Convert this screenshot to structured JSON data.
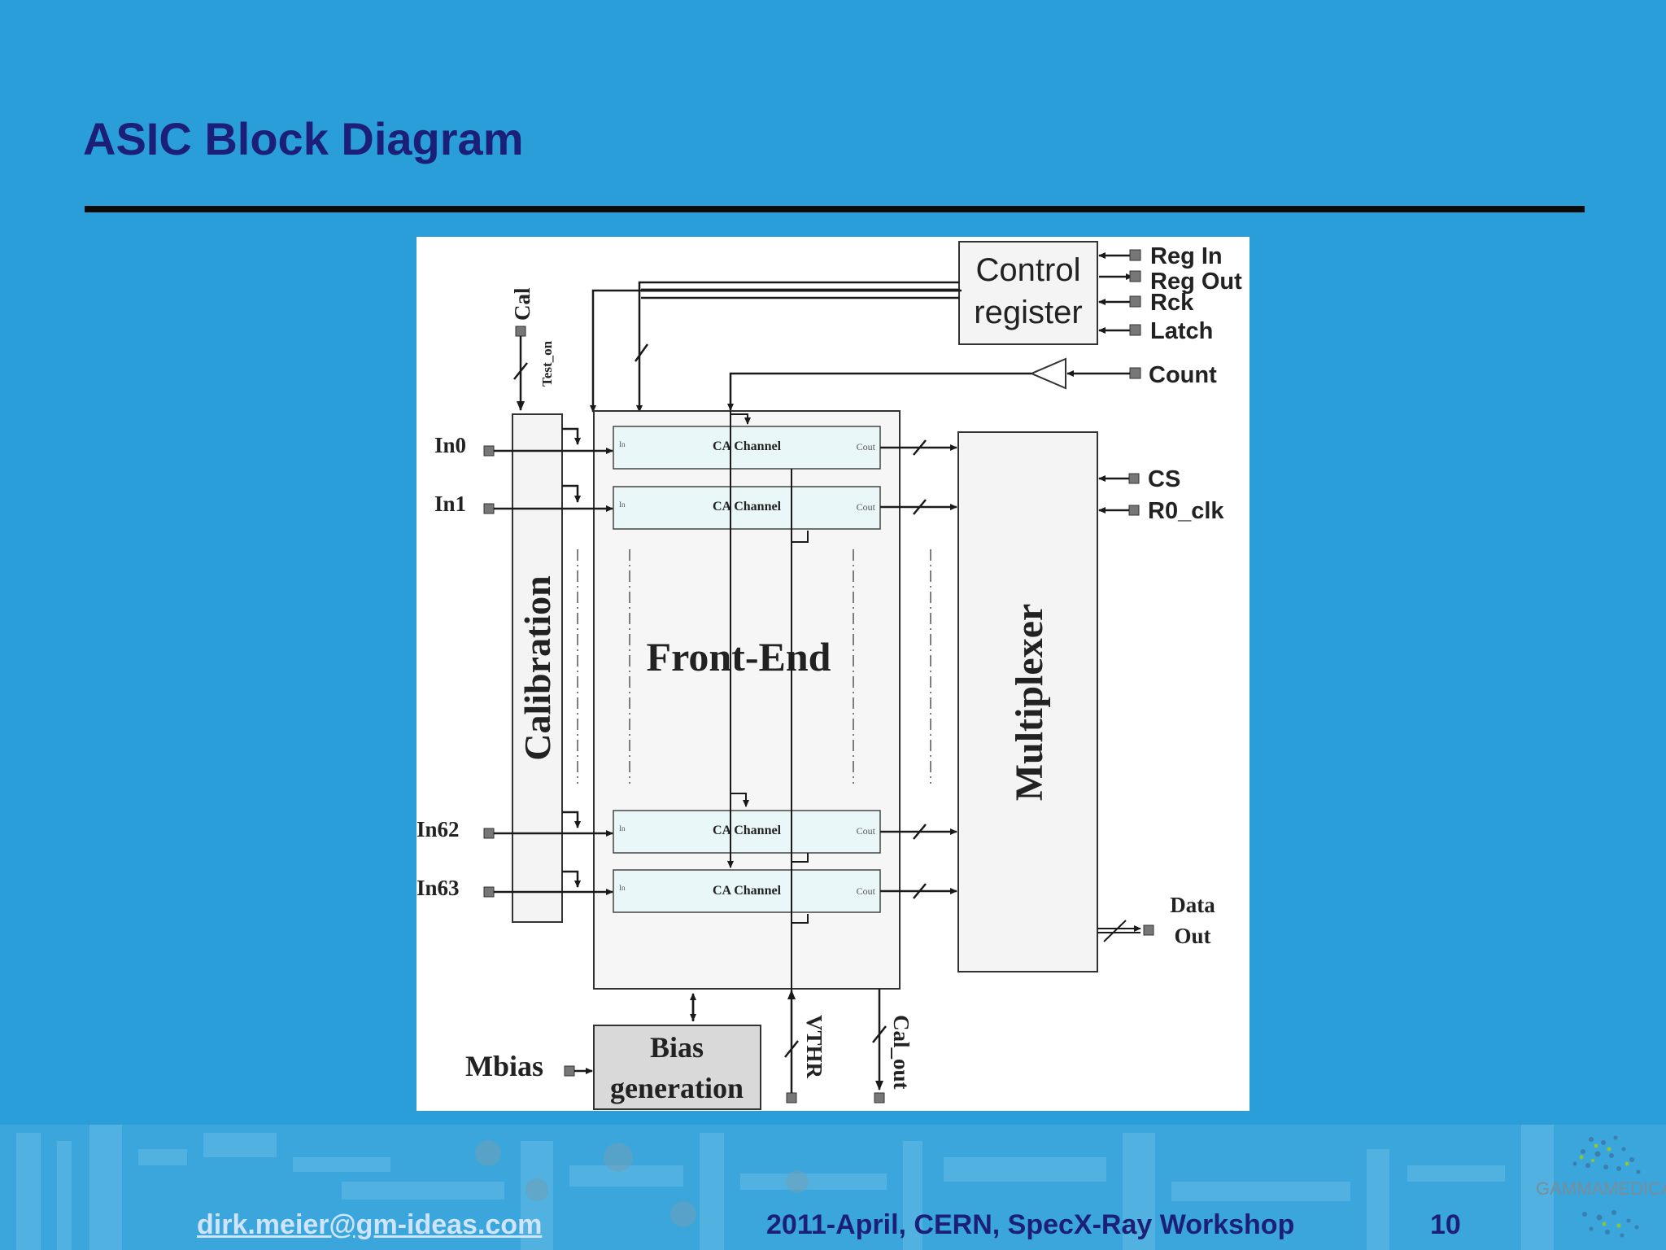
{
  "slide": {
    "title": "ASIC Block Diagram"
  },
  "diagram": {
    "control_register": [
      "Control",
      "register"
    ],
    "control_signals": [
      "Reg In",
      "Reg Out",
      "Rck",
      "Latch"
    ],
    "count": "Count",
    "inputs": [
      "In0",
      "In1",
      "In62",
      "In63"
    ],
    "cal": "Cal",
    "test_on": "Test_on",
    "calibration": "Calibration",
    "front_end": "Front-End",
    "ca_channel": "CA Channel",
    "ca_in": "In",
    "ca_out": "Cout",
    "multiplexer": "Multiplexer",
    "mux_signals": [
      "CS",
      "R0_clk"
    ],
    "data_out": [
      "Data",
      "Out"
    ],
    "mbias": "Mbias",
    "bias_generation": [
      "Bias",
      "generation"
    ],
    "vthr": "VTHR",
    "cal_out": "Cal_out"
  },
  "footer": {
    "email": "dirk.meier@gm-ideas.com",
    "event": "2011-April, CERN, SpecX-Ray  Workshop",
    "page": "10",
    "logo_text": "GAMMAMEDICA"
  },
  "colors": {
    "background": "#2a9ed8",
    "title": "#1c1f78",
    "footer_link": "#cfe4ff"
  }
}
